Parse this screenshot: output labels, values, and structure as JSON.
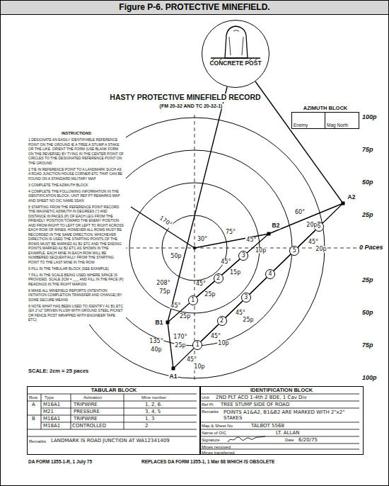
{
  "diagram": {
    "title": "Figure P-6. PROTECTIVE MINEFIELD.",
    "nodes": [
      {
        "text": [
          "CONCRETE POST"
        ]
      },
      {
        "text": [
          "AZIMUTH BLOCK"
        ]
      },
      {
        "text": [
          "Enemy"
        ],
        "in": 1
      },
      {
        "text": [
          "Mag North"
        ],
        "in": 1
      },
      {
        "text": [
          "1"
        ]
      },
      {
        "text": [
          "2"
        ]
      },
      {
        "text": [
          "3"
        ]
      },
      {
        "text": [
          "1"
        ]
      },
      {
        "text": [
          "2"
        ]
      },
      {
        "text": [
          "3"
        ]
      },
      {
        "text": [
          "4"
        ]
      },
      {
        "text": [
          "5"
        ]
      },
      {
        "text": [
          "6"
        ]
      },
      {
        "text": [
          "TABULAR BLOCK"
        ]
      },
      {
        "text": [
          "IDENTIFICATION BLOCK"
        ]
      }
    ],
    "edges": [
      {
        "from": 4,
        "to": 5,
        "arrow": "none"
      },
      {
        "from": 5,
        "to": 6,
        "arrow": "none"
      },
      {
        "from": 7,
        "to": 8,
        "arrow": "none"
      },
      {
        "from": 8,
        "to": 9,
        "arrow": "none"
      },
      {
        "from": 9,
        "to": 10,
        "arrow": "none"
      },
      {
        "from": 10,
        "to": 11,
        "arrow": "none"
      },
      {
        "from": 11,
        "to": 12,
        "arrow": "none"
      }
    ],
    "labels": [
      "HASTY PROTECTIVE MINEFIELD RECORD",
      "(FM 20-32 AND TC 20-32-1)",
      "INSTRUCTIONS",
      "1 DESIGNATE AN EASILY IDENTIFIABLE REFERENCE POINT ON THE GROUND IE A TREE A STUMP A STAKE OR THE LIKE. ORIENT THE FORM (USE BLANK FORM ON THE REVERSE) BY TYING IN THE CENTER POINT OF CIRCLES TO THE DESIGNATED REFERENCE POINT ON THE GROUND",
      "2 TIE IN REFERENCE POINT TO A LANDMARK SUCH AS A ROAD JUNCTION HOUSE CORNER ETC THAT CAN BE FOUND ON A STANDARD MILITARY MAP",
      "3 COMPLETE THE AZIMUTH BLOCK",
      "4 COMPLETE THE FOLLOWING INFORMATION IN THE IDENTIFICATION BLOCK: UNIT REF PT REMARKS MAP AND SHEET NO OIC NAME SSAN",
      "5 STARTING FROM THE REFERENCE POINT RECORD THE MAGNETIC AZIMUTH IN DEGREES (°) AND DISTANCE IN PACES (P) OF EACH LEG FROM THE FRIENDLY POSITION TOWARD THE ENEMY POSITION AND FROM RIGHT TO LEFT OR LEFT TO RIGHT ACROSS EACH ROW OF MINES. HOWEVER ALL ROWS MUST BE RECORDED IN THE SAME DIRECTION. WHICHEVER DIRECTION IS USED THE STARTING POINTS OF THE ROWS MUST BE MARKED A1 B1 ETC AND THE ENDING POINTS MARKED A2 B2 ETC AS SHOWN IN THE EXAMPLE. EACH MINE IN EACH ROW WILL BE NUMBERED SEQUENTIALLY FROM THE STARTING POINT TO THE LAST MINE IN THE ROW",
      "6 FILL IN THE TABULAR BLOCK (SEE EXAMPLE)",
      "7 FILL IN THE SCALE BEING USED WHERE SPACE IS PROVIDED. SCALE 2CM = ___ AND FILL IN THE PACE (P) READINGS IN THE RIGHT MARGIN",
      "8 MAKE ALL MINEFIELD REPORTS (INTENTION INITIATION COMPLETION TRANSFER AND CHANGE) BY SOME SECURE MEANS",
      "9 NOTE WHAT HAS BEEN USED TO IDENTIFY A1 B1 ETC (EX 2\"x2\" DRIVEN FLUSH WITH GROUND STEEL PICKET OR FENCE POST WRAPPED WITH ENGINEER TAPE ETC)",
      "100p",
      "75p",
      "50p",
      "25p",
      "0 Paces",
      "25p",
      "50p",
      "75p",
      "100p",
      "30°",
      "50p",
      "208°",
      "75p",
      "170°",
      "75°",
      "B2",
      "60°",
      "20p",
      "A2",
      "B1",
      "A1",
      "170°",
      "25p",
      "135°",
      "40p",
      "45°",
      "25p",
      "45°",
      "25p",
      "45°",
      "15p",
      "45°",
      "10p",
      "45°",
      "10p",
      "45°",
      "10p",
      "45°",
      "25p",
      "45°",
      "20p",
      "SCALE: 2cm = 25 paces",
      "Row",
      "Type",
      "Activation",
      "Mine number",
      "A",
      "M16A1",
      "TRIPWIRE",
      "1, 2, 6.",
      "M21",
      "PRESSURE",
      "3, 4, 5",
      "B",
      "M16A1",
      "TRIPWIRE",
      "1, 3",
      "M18A1",
      "CONTROLLED",
      "2",
      "Remarks",
      "LANDMARK IS ROAD JUNCTION AT WA12341409",
      "Unit",
      "2ND PLT ACO 1-4th 2 BDE, 1 Cav Div",
      "Ref Pt",
      "TREE STUMP SIDE OF ROAD",
      "Remarks",
      "POINTS A1&A2, B1&B2 ARE MARKED WITH 2\"x2\" STAKES",
      "Map & Sheet No",
      "TALBOT 5568",
      "Name of OIC",
      "LT. ALLAN",
      "Signature",
      "Date",
      "6/20/75",
      "Mines removed",
      "Mines transferred",
      "DA FORM 1355-1-R, 1 July 75",
      "REPLACES DA FORM 1355-1, 1 Mar 68 WHICH IS OBSOLETE"
    ]
  }
}
